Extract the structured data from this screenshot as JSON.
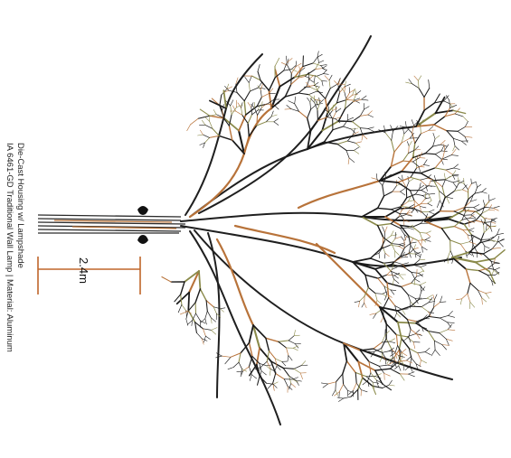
{
  "caption": {
    "line1": "IA 6461-GD Traditional Wall Lamp | Material: Aluminum",
    "line2": "Die-Cast Housing w/ Lampshade"
  },
  "scale": {
    "label": "2.4m"
  },
  "colors": {
    "branch_dark": "#1a1a1a",
    "branch_brown": "#b8733a",
    "branch_olive": "#8a8a4a",
    "background": "#ffffff"
  }
}
